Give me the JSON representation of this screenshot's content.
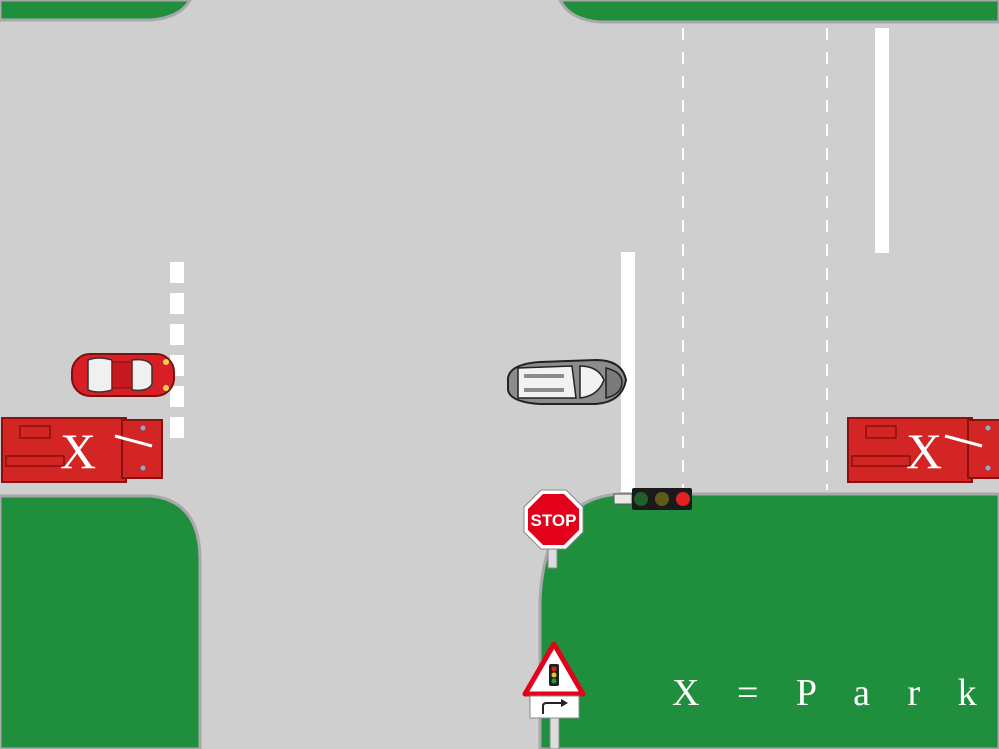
{
  "scene": {
    "type": "traffic-intersection-quiz",
    "colors": {
      "road": "#cfcfcf",
      "grass": "#1f8f3e",
      "curb": "#a8a8a8",
      "marking": "#ffffff",
      "fire_truck": "#d42525",
      "red_car": "#d81f26",
      "grey_car": "#8c8c8c",
      "stop_sign": "#e3001b"
    },
    "vehicles": [
      {
        "id": "red-car",
        "kind": "car",
        "color": "red",
        "heading": "east"
      },
      {
        "id": "grey-suv",
        "kind": "suv",
        "color": "grey",
        "heading": "east"
      },
      {
        "id": "fire-truck-left",
        "kind": "fire-truck",
        "parked": true,
        "mark": "X"
      },
      {
        "id": "fire-truck-right",
        "kind": "fire-truck",
        "parked": true,
        "mark": "X"
      }
    ],
    "signs": {
      "stop_label": "STOP",
      "traffic_light_ahead": "warning-triangle-traffic-light",
      "turn_arrow": "right-turn-arrow"
    },
    "traffic_light": {
      "lights": [
        "green",
        "amber",
        "red"
      ],
      "active": "red"
    },
    "legend": "X = P a r k e n d",
    "parked_mark": "X"
  }
}
